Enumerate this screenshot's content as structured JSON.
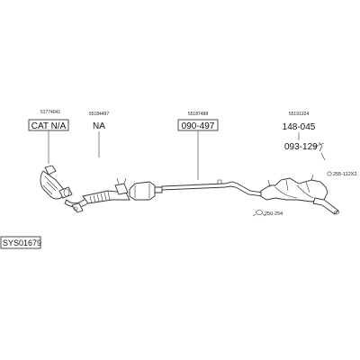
{
  "system_code": "SYS01679",
  "callouts": [
    {
      "id": "cat",
      "oe_number": "51774041",
      "part_label": "CAT N/A",
      "boxed": true
    },
    {
      "id": "na",
      "oe_number": "55184497",
      "part_label": "NA",
      "boxed": false
    },
    {
      "id": "center",
      "oe_number": "55187488",
      "part_label": "090-497",
      "boxed": true
    },
    {
      "id": "rear",
      "oe_number": "55191324",
      "part_label": "148-045",
      "boxed": false
    }
  ],
  "extra_labels": {
    "bracket": "093-129",
    "rubber_mount": "255-112X2",
    "clamp": "250-254"
  }
}
